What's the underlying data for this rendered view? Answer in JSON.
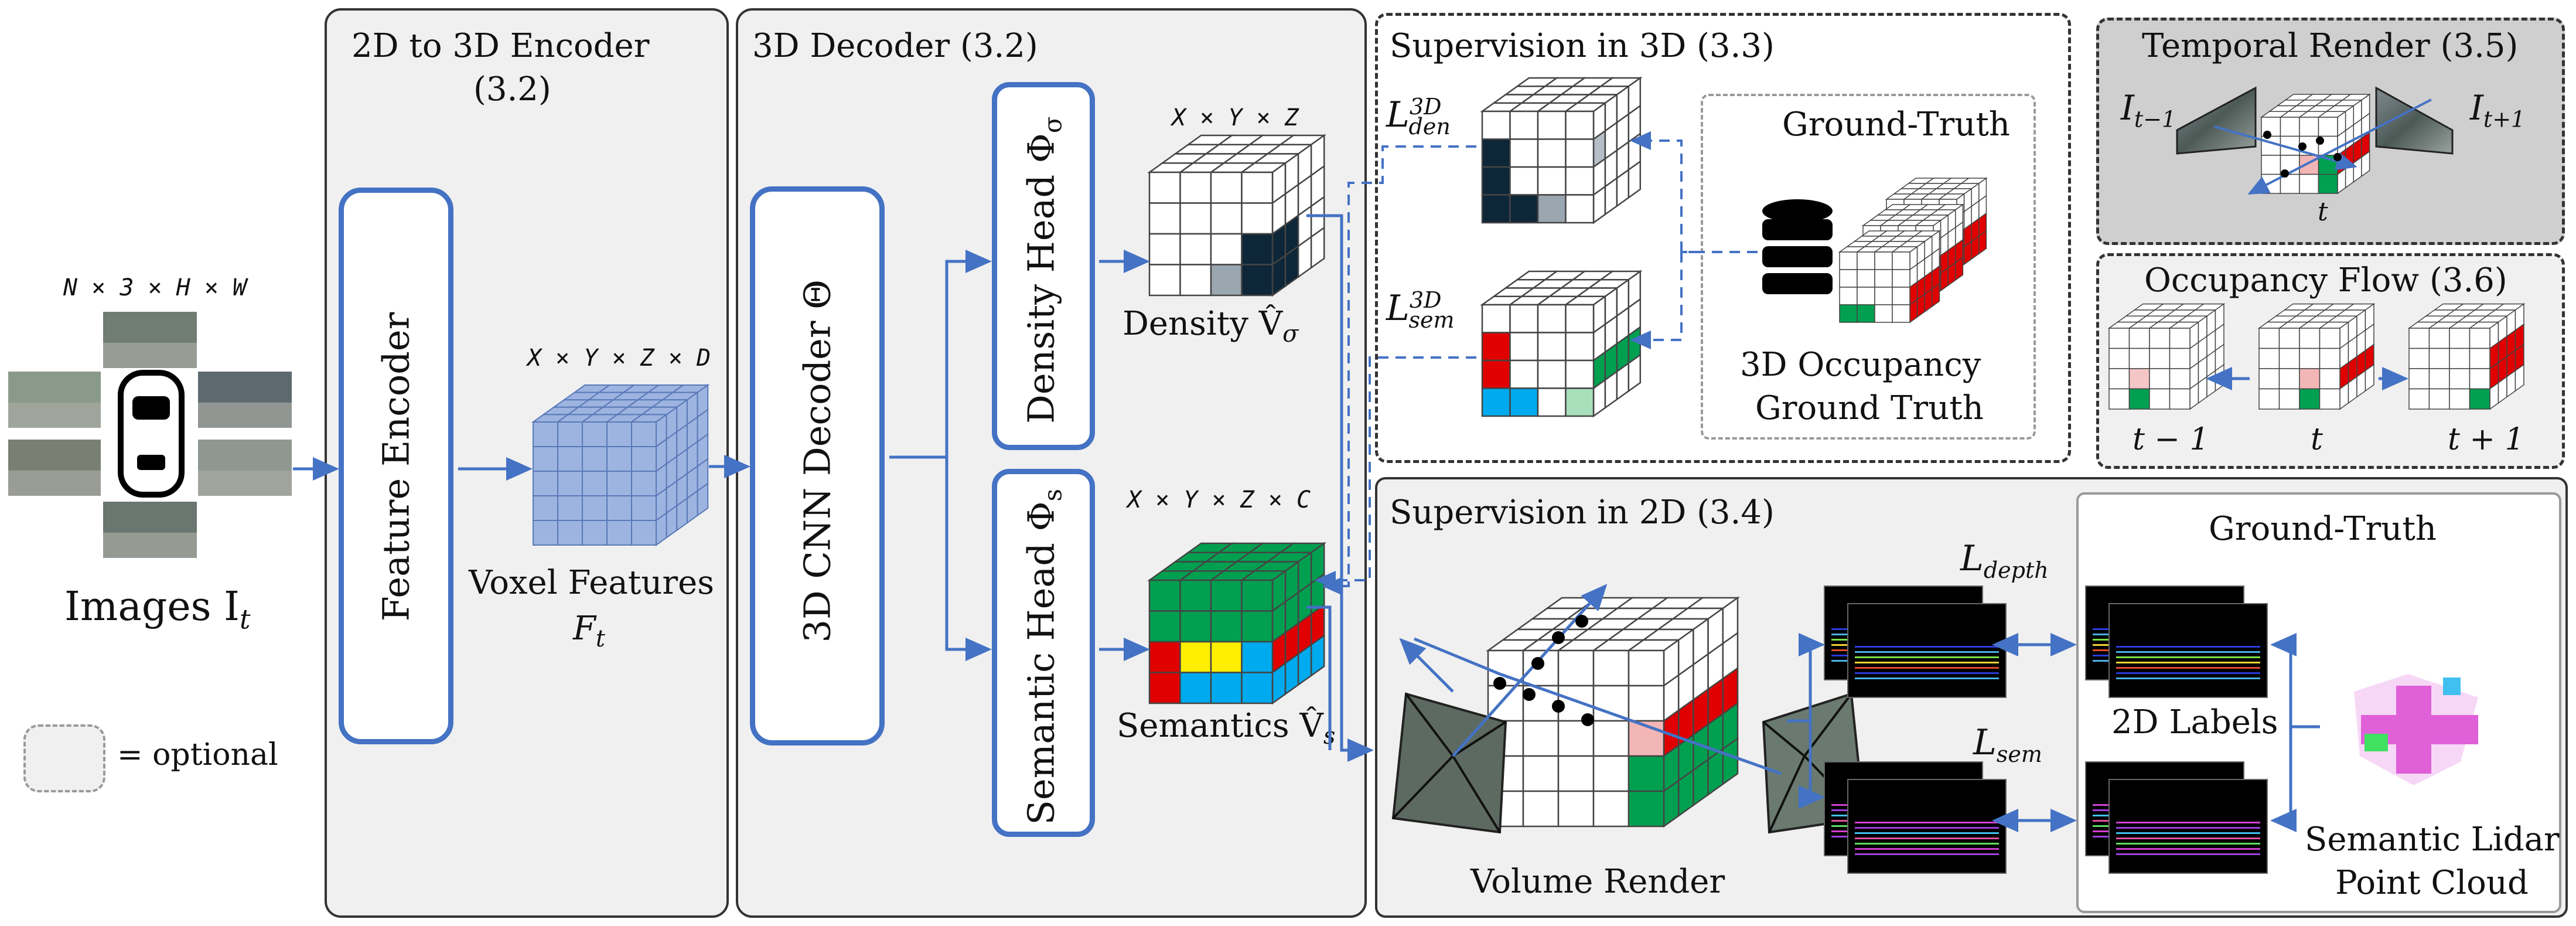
{
  "input": {
    "dims": "N × 3 × H × W",
    "caption": "Images I",
    "caption_sub": "t"
  },
  "legend": {
    "text": "= optional"
  },
  "encoder_panel": {
    "title_line1": "2D to 3D Encoder",
    "title_line2": "(3.2)",
    "block_label": "Feature Encoder",
    "voxel_dims": "X × Y × Z × D",
    "voxel_label_line1": "Voxel Features",
    "voxel_label_line2": "F",
    "voxel_label_sub": "t"
  },
  "decoder_panel": {
    "title": "3D Decoder (3.2)",
    "cnn_label": "3D CNN Decoder Θ",
    "density_head": "Density Head Φ",
    "density_head_sub": "σ",
    "semantic_head": "Semantic Head Φ",
    "semantic_head_sub": "s",
    "density_dims": "X × Y × Z",
    "density_label": "Density V̂",
    "density_label_sub": "σ",
    "semantics_dims": "X × Y × Z × C",
    "semantics_label": "Semantics V̂",
    "semantics_label_sub": "s"
  },
  "supervision_3d": {
    "title": "Supervision in 3D (3.3)",
    "loss_den": "L",
    "loss_den_sup": "3D",
    "loss_den_sub": "den",
    "loss_sem": "L",
    "loss_sem_sup": "3D",
    "loss_sem_sub": "sem",
    "gt_title": "Ground-Truth",
    "gt_label_line1": "3D Occupancy",
    "gt_label_line2": "Ground Truth"
  },
  "temporal_render": {
    "title": "Temporal Render (3.5)",
    "left_label": "I",
    "left_sub": "t−1",
    "right_label": "I",
    "right_sub": "t+1",
    "center_label": "t"
  },
  "occupancy_flow": {
    "title": "Occupancy Flow (3.6)",
    "labels": [
      "t − 1",
      "t",
      "t + 1"
    ]
  },
  "supervision_2d": {
    "title": "Supervision in 2D (3.4)",
    "render_label": "Volume Render",
    "loss_depth": "L",
    "loss_depth_sub": "depth",
    "loss_sem": "L",
    "loss_sem_sub": "sem",
    "gt_title": "Ground-Truth",
    "labels_2d": "2D Labels",
    "lidar_line1": "Semantic Lidar",
    "lidar_line2": "Point Cloud"
  },
  "colors": {
    "accent_blue": "#4472c4",
    "voxel_blue": "#9db4e0",
    "semantic_green": "#00a050",
    "semantic_red": "#e00000",
    "semantic_yellow": "#ffee00",
    "semantic_cyan": "#00aaee",
    "density_dark": "#0d2638"
  }
}
